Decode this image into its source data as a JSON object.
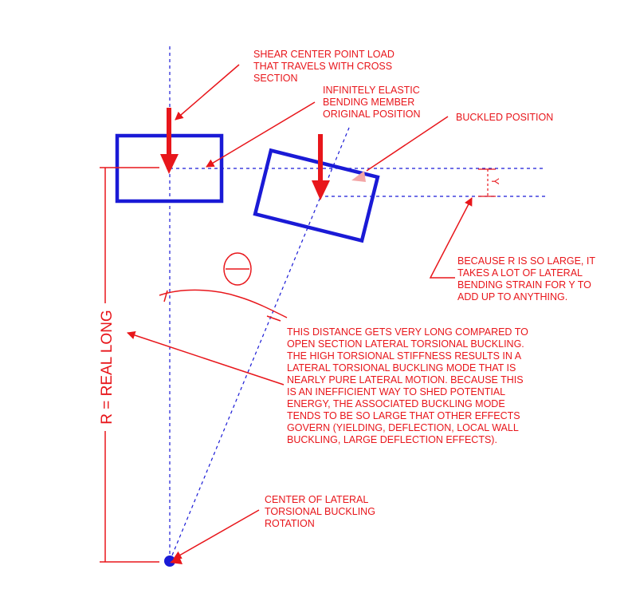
{
  "colors": {
    "red": "#e8161b",
    "blue": "#1a1ad6",
    "pink": "#f3a6a6"
  },
  "labels": {
    "shear_center_load": [
      "SHEAR CENTER POINT LOAD",
      "THAT TRAVELS WITH CROSS",
      "SECTION"
    ],
    "original_position": [
      "INFINITELY ELASTIC",
      "BENDING MEMBER",
      "ORIGINAL POSITION"
    ],
    "buckled_position": [
      "BUCKLED POSITION"
    ],
    "y_symbol": "Y",
    "lateral_note": [
      "BECAUSE R IS SO LARGE, IT",
      "TAKES A LOT OF LATERAL",
      "BENDING STRAIN FOR Y TO",
      "ADD UP TO ANYTHING."
    ],
    "distance_note": [
      "THIS DISTANCE GETS VERY LONG COMPARED TO",
      "OPEN SECTION LATERAL TORSIONAL BUCKLING.",
      "THE HIGH TORSIONAL STIFFNESS RESULTS IN A",
      "LATERAL TORSIONAL BUCKLING MODE THAT IS",
      "NEARLY PURE LATERAL MOTION.  BECAUSE THIS",
      "IS AN INEFFICIENT WAY TO SHED POTENTIAL",
      "ENERGY, THE ASSOCIATED BUCKLING MODE",
      "TENDS TO BE SO LARGE THAT OTHER EFFECTS",
      "GOVERN  (YIELDING, DEFLECTION, LOCAL WALL",
      "BUCKLING, LARGE DEFLECTION EFFECTS)."
    ],
    "radius": "R = REAL LONG",
    "center_rotation": [
      "CENTER OF LATERAL",
      "TORSIONAL BUCKLING",
      "ROTATION"
    ]
  }
}
